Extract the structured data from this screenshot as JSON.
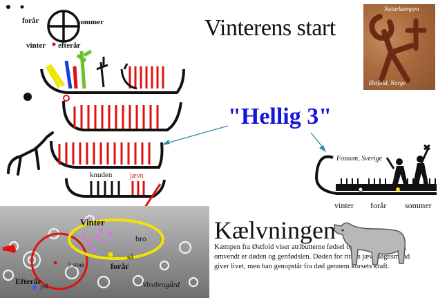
{
  "title": "Vinterens start",
  "highlight": "\"Hellig 3\"",
  "wheel": {
    "labels": {
      "top_left": "forår",
      "top_right": "sommer",
      "bottom_left": "vinter",
      "bottom_right": "efterår"
    }
  },
  "ship_labels": {
    "knuden": "knuden",
    "jaevn": "jævn"
  },
  "photo_top": {
    "caption_top": "Naturkæmpen",
    "caption_bottom": "Østfold, Norge"
  },
  "fossum": {
    "caption": "Fossum, Sverige",
    "seasons": [
      "vinter",
      "forår",
      "sommer"
    ]
  },
  "photo_bottom": {
    "vinter": "Vinter",
    "bro": "bro",
    "saa": "så",
    "foraar": "forår",
    "tre_store": "3 store",
    "efteraar": "Efterår",
    "jul": "jul",
    "place": "Vivebrogård"
  },
  "kalvningen": {
    "title": "Kælvningen",
    "text": "Kæmpen fra Østfold viser atributterne fødsel og død, der samtidig omvendt er døden og genfødslen. Døden for ritens jævndøgnsmand giver livet, men han genopstår fra død gennem korsets kraft."
  },
  "colors": {
    "hellig_blue": "#1515d8",
    "ship_red": "#e01010",
    "yellow": "#f2e300",
    "photo_brown": "#a96a3e",
    "arrow_teal": "#2a8f9c"
  },
  "icons": [
    "sun-wheel-icon",
    "ship-icon",
    "cow-icon",
    "person-icon"
  ]
}
